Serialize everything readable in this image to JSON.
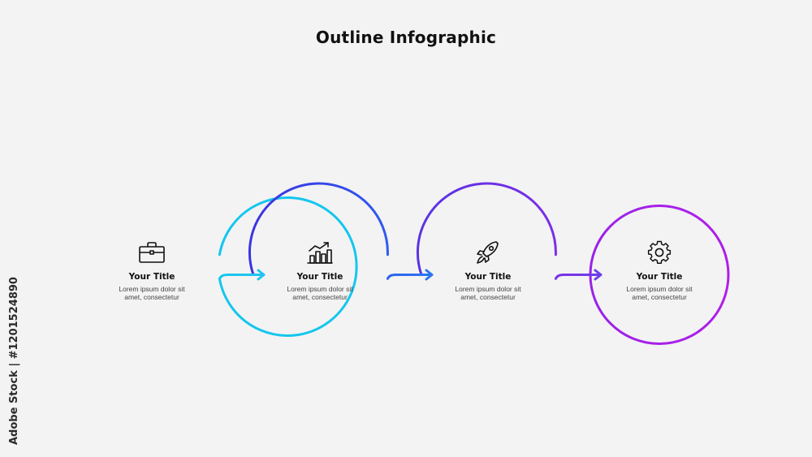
{
  "title": "Outline Infographic",
  "watermark": "Adobe Stock | #1201524890",
  "steps": [
    {
      "title": "Your Title",
      "text": "Lorem ipsum dolor sit amet, consectetur",
      "icon": "briefcase-icon",
      "color": "#17d3f2"
    },
    {
      "title": "Your Title",
      "text": "Lorem ipsum dolor sit amet, consectetur",
      "icon": "bar-chart-icon",
      "color": "#3d3ee6"
    },
    {
      "title": "Your Title",
      "text": "Lorem ipsum dolor sit amet, consectetur",
      "icon": "rocket-icon",
      "color": "#6a33e0"
    },
    {
      "title": "Your Title",
      "text": "Lorem ipsum dolor sit amet, consectetur",
      "icon": "gear-icon",
      "color": "#a71de8"
    }
  ],
  "colors": {
    "background": "#f3f3f3",
    "gradient_start": "#17d3f2",
    "gradient_mid": "#3b3ee3",
    "gradient_end": "#aa1fe8",
    "text": "#111111"
  }
}
